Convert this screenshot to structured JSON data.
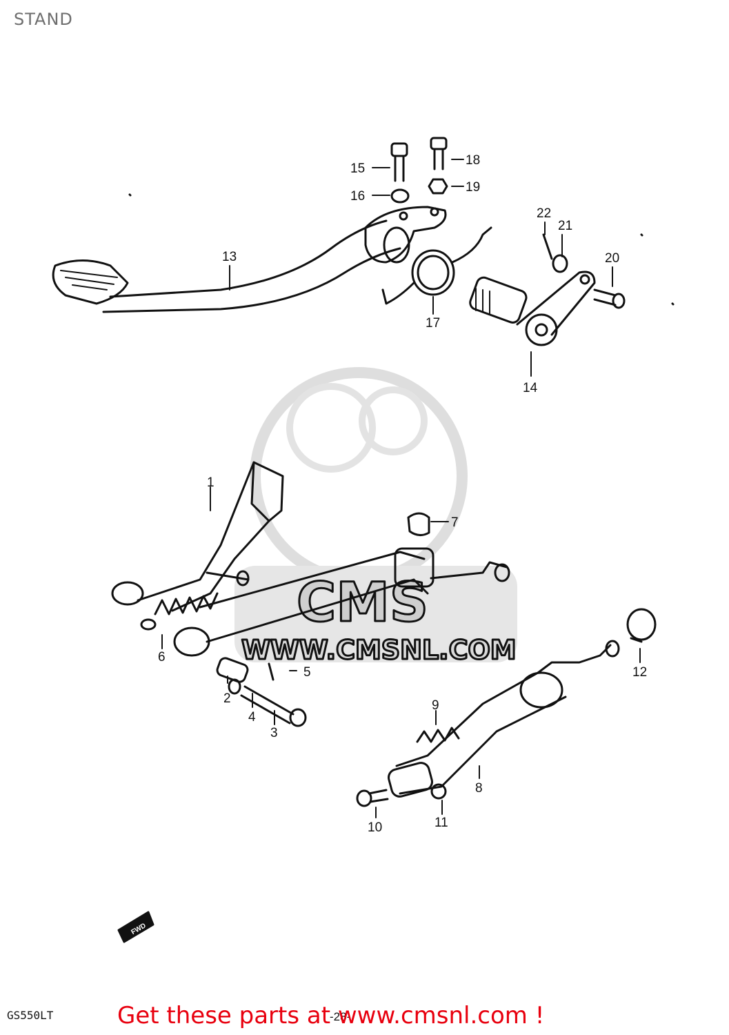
{
  "page": {
    "title": "STAND"
  },
  "watermark": {
    "url": "WWW.CMSNL.COM",
    "brand": "CMS"
  },
  "fwd_tag": "FWD",
  "footer": {
    "model_code": "GS550LT",
    "page_number": "-28-",
    "cta": "Get these parts at www.cmsnl.com !"
  },
  "colors": {
    "cta": "#e8000e",
    "watermark": "#d9d9d9",
    "line": "#111111"
  },
  "callouts": [
    {
      "num": "1"
    },
    {
      "num": "2"
    },
    {
      "num": "3"
    },
    {
      "num": "4"
    },
    {
      "num": "5"
    },
    {
      "num": "6"
    },
    {
      "num": "7"
    },
    {
      "num": "8"
    },
    {
      "num": "9"
    },
    {
      "num": "10"
    },
    {
      "num": "11"
    },
    {
      "num": "12"
    },
    {
      "num": "13"
    },
    {
      "num": "14"
    },
    {
      "num": "15"
    },
    {
      "num": "16"
    },
    {
      "num": "17"
    },
    {
      "num": "18"
    },
    {
      "num": "19"
    },
    {
      "num": "20"
    },
    {
      "num": "21"
    },
    {
      "num": "22"
    }
  ]
}
